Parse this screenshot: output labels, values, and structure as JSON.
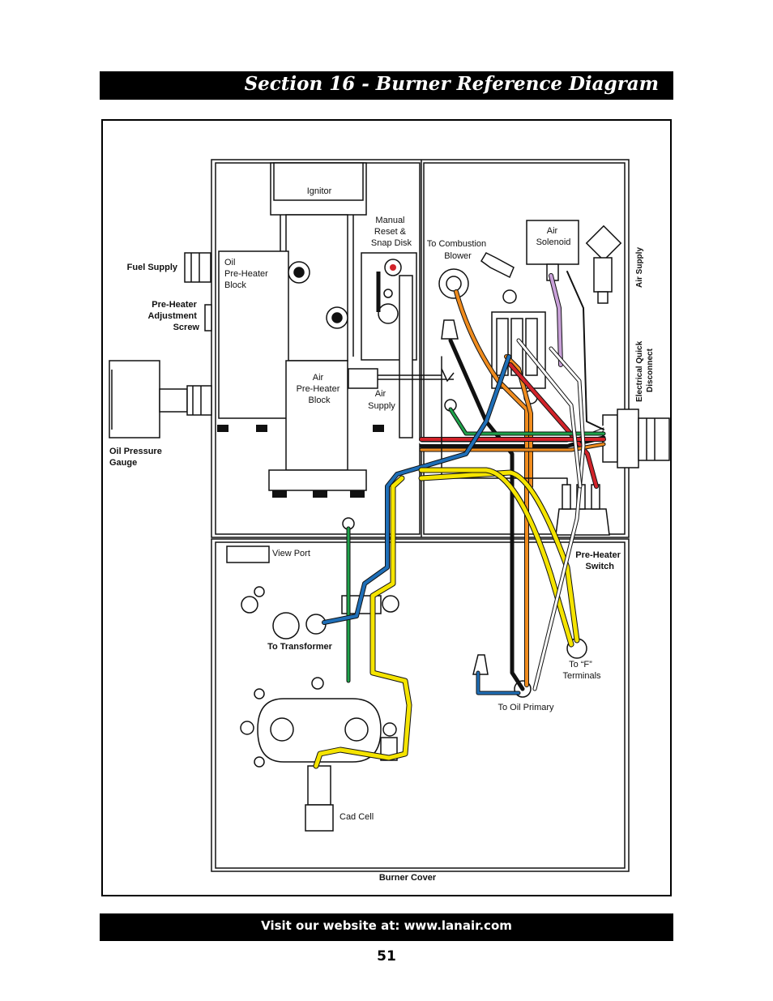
{
  "header": {
    "title": "Section 16 - Burner Reference Diagram"
  },
  "footer": {
    "website": "Visit our website at: www.lanair.com",
    "page_number": "51"
  },
  "labels": {
    "ignitor": "Ignitor",
    "manual_reset": [
      "Manual",
      "Reset &",
      "Snap Disk"
    ],
    "to_combustion_blower": [
      "To Combustion",
      "Blower"
    ],
    "air_solenoid": [
      "Air",
      "Solenoid"
    ],
    "air_supply_right": "Air Supply",
    "fuel_supply": "Fuel Supply",
    "oil_preheater_block": [
      "Oil",
      "Pre-Heater",
      "Block"
    ],
    "preheater_adjustment_screw": [
      "Pre-Heater",
      "Adjustment",
      "Screw"
    ],
    "air_preheater_block": [
      "Air",
      "Pre-Heater",
      "Block"
    ],
    "air_supply_center": [
      "Air",
      "Supply"
    ],
    "electrical_quick_disconnect": [
      "Electrical Quick",
      "Disconnect"
    ],
    "oil_pressure_gauge": [
      "Oil Pressure",
      "Gauge"
    ],
    "view_port": "View Port",
    "preheater_switch": [
      "Pre-Heater",
      "Switch"
    ],
    "to_transformer": "To Transformer",
    "to_f_terminals": [
      "To “F”",
      "Terminals"
    ],
    "to_oil_primary": "To Oil Primary",
    "cad_cell": "Cad Cell",
    "burner_cover": "Burner Cover"
  },
  "wire_colors": {
    "black": "#111111",
    "orange": "#f08c1e",
    "red": "#d2232a",
    "green": "#1ea24a",
    "blue": "#1f6fb8",
    "yellow": "#f5e400",
    "white": "#ffffff",
    "purple": "#c8a0d8"
  }
}
